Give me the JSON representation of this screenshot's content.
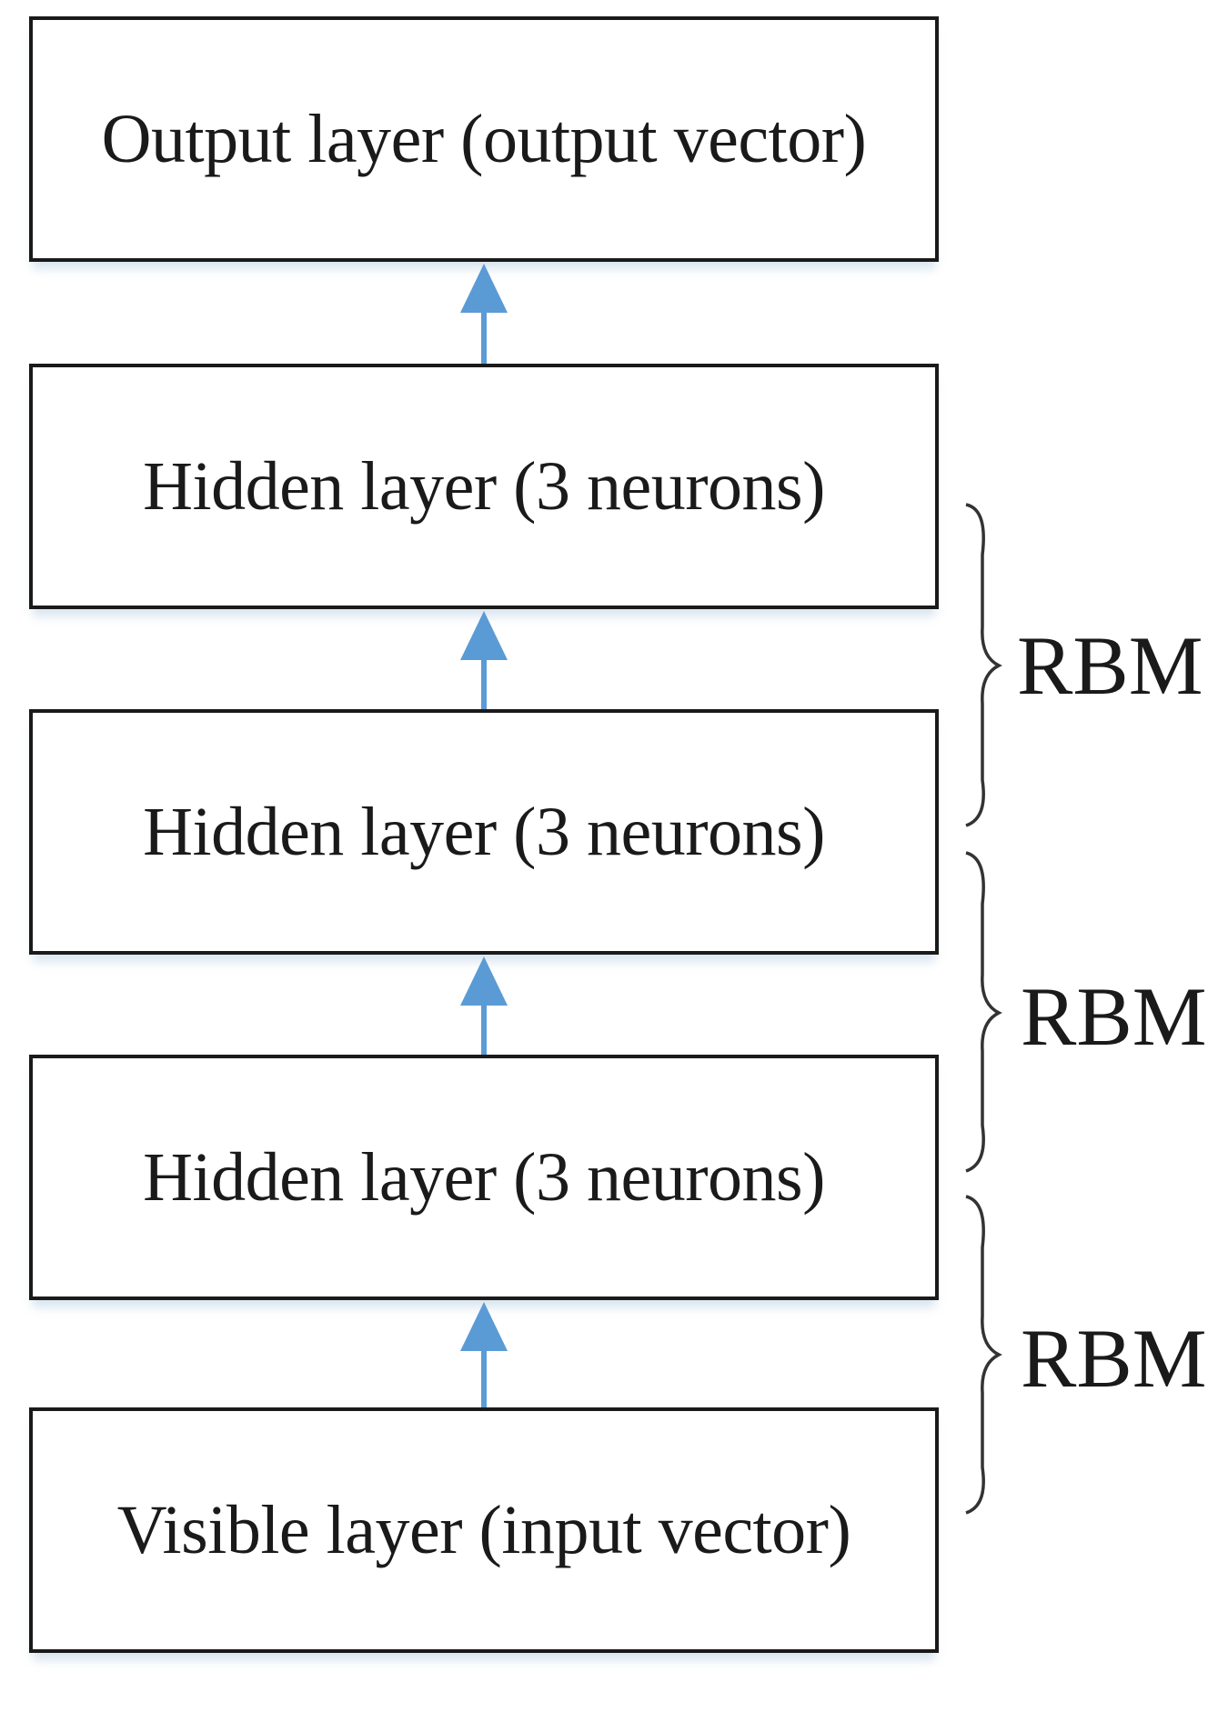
{
  "diagram": {
    "layers": [
      {
        "id": "output",
        "label": "Output layer (output vector)"
      },
      {
        "id": "hidden3",
        "label": "Hidden layer (3 neurons)"
      },
      {
        "id": "hidden2",
        "label": "Hidden layer (3 neurons)"
      },
      {
        "id": "hidden1",
        "label": "Hidden layer (3 neurons)"
      },
      {
        "id": "visible",
        "label": "Visible layer (input vector)"
      }
    ],
    "rbm_groups": [
      {
        "label": "RBM",
        "spans": [
          "hidden2",
          "hidden3"
        ]
      },
      {
        "label": "RBM",
        "spans": [
          "hidden1",
          "hidden2"
        ]
      },
      {
        "label": "RBM",
        "spans": [
          "visible",
          "hidden1"
        ]
      }
    ],
    "arrow_color": "#5b9bd5",
    "box_border_color": "#1a1a1a",
    "brace_color": "#333333"
  }
}
